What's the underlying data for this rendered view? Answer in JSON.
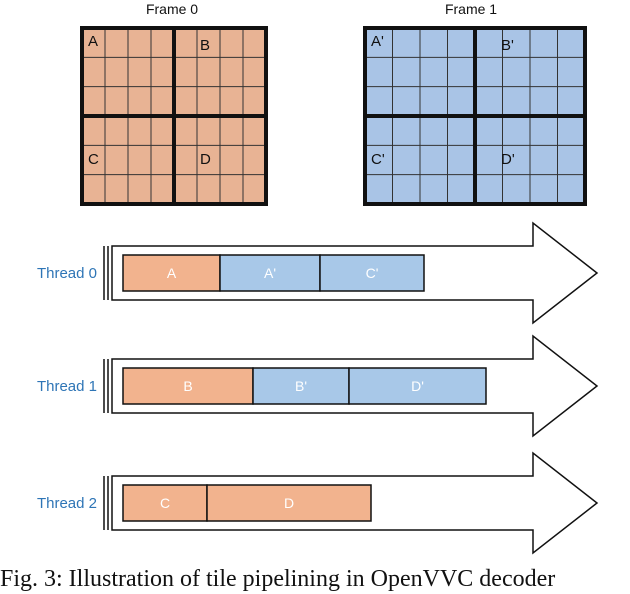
{
  "frames": [
    {
      "title": "Frame 0",
      "fill": "#e8b394",
      "tiles": [
        "A",
        "B",
        "C",
        "D"
      ]
    },
    {
      "title": "Frame 1",
      "fill": "#a9c4e6",
      "tiles": [
        "A'",
        "B'",
        "C'",
        "D'"
      ]
    }
  ],
  "threads": [
    {
      "label": "Thread 0",
      "blocks": [
        {
          "label": "A",
          "kind": "frame0"
        },
        {
          "label": "A'",
          "kind": "frame1"
        },
        {
          "label": "C'",
          "kind": "frame1"
        }
      ]
    },
    {
      "label": "Thread 1",
      "blocks": [
        {
          "label": "B",
          "kind": "frame0"
        },
        {
          "label": "B'",
          "kind": "frame1"
        },
        {
          "label": "D'",
          "kind": "frame1"
        }
      ]
    },
    {
      "label": "Thread 2",
      "blocks": [
        {
          "label": "C",
          "kind": "frame0"
        },
        {
          "label": "D",
          "kind": "frame0"
        }
      ]
    }
  ],
  "colors": {
    "frame0": "#f2b38e",
    "frame1": "#a8c8e8",
    "frame0_grid": "#e8b394",
    "frame1_grid": "#a9c4e6",
    "thread_label": "#2e75b6",
    "outline": "#111111"
  },
  "caption": "Fig. 3: Illustration of tile pipelining in OpenVVC decoder"
}
